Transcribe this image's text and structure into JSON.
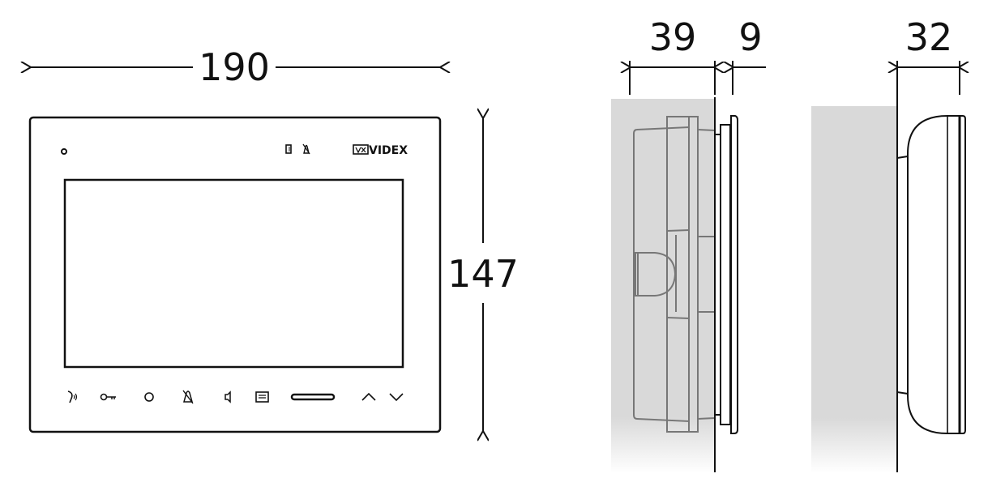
{
  "dimensions": {
    "width": "190",
    "height": "147",
    "depth_box": "39",
    "depth_panel": "9",
    "depth_surface": "32"
  },
  "front_view": {
    "brand_logo": "VIDEX",
    "status_icons": [
      "door-icon",
      "mute-bell-icon"
    ],
    "buttons": [
      "talk-icon",
      "key-icon",
      "circle-icon",
      "mute-bell-icon",
      "speaker-icon",
      "menu-icon",
      "slider-bar-icon",
      "chevron-up-icon",
      "chevron-down-icon"
    ]
  },
  "colors": {
    "line": "#111111",
    "wall": "#d9d9d9",
    "box_outline": "#777777"
  }
}
